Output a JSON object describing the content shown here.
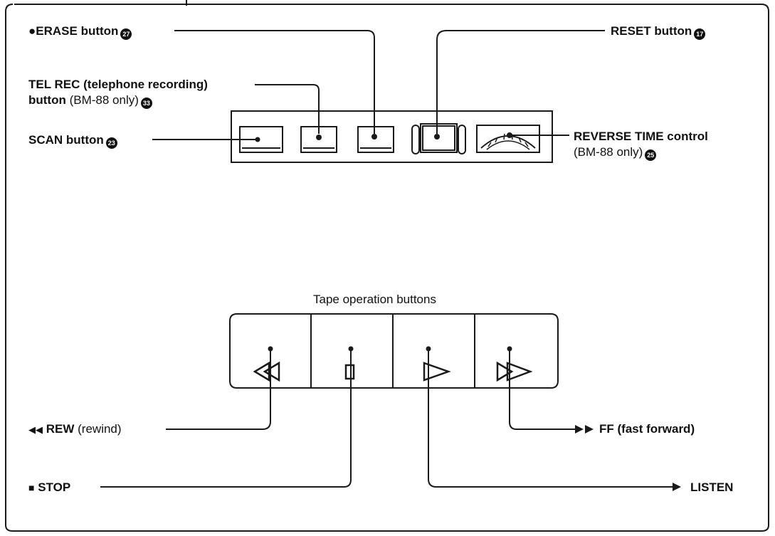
{
  "labels": {
    "erase": {
      "bullet": "●",
      "name": "ERASE button",
      "num": "27"
    },
    "telrec": {
      "line1": "TEL REC (telephone recording)",
      "line2_bold": "button",
      "line2_rest": "(BM-88 only)",
      "num": "33"
    },
    "scan": {
      "name": "SCAN button",
      "num": "23"
    },
    "reset": {
      "name": "RESET button",
      "num": "17"
    },
    "reverse": {
      "line1": "REVERSE TIME control",
      "line2": "(BM-88 only)",
      "num": "25"
    },
    "tape_title": "Tape operation buttons",
    "rew": {
      "symbol": "◀◀",
      "name": "REW",
      "desc": "(rewind)"
    },
    "ff": {
      "symbol": "▶▶",
      "name": "FF (fast forward)"
    },
    "stop": {
      "symbol": "■",
      "name": "STOP"
    },
    "listen": {
      "symbol": "▶",
      "name": "LISTEN"
    }
  },
  "tape_buttons": [
    "rewind-icon",
    "stop-icon",
    "play-icon",
    "fast-forward-icon"
  ]
}
